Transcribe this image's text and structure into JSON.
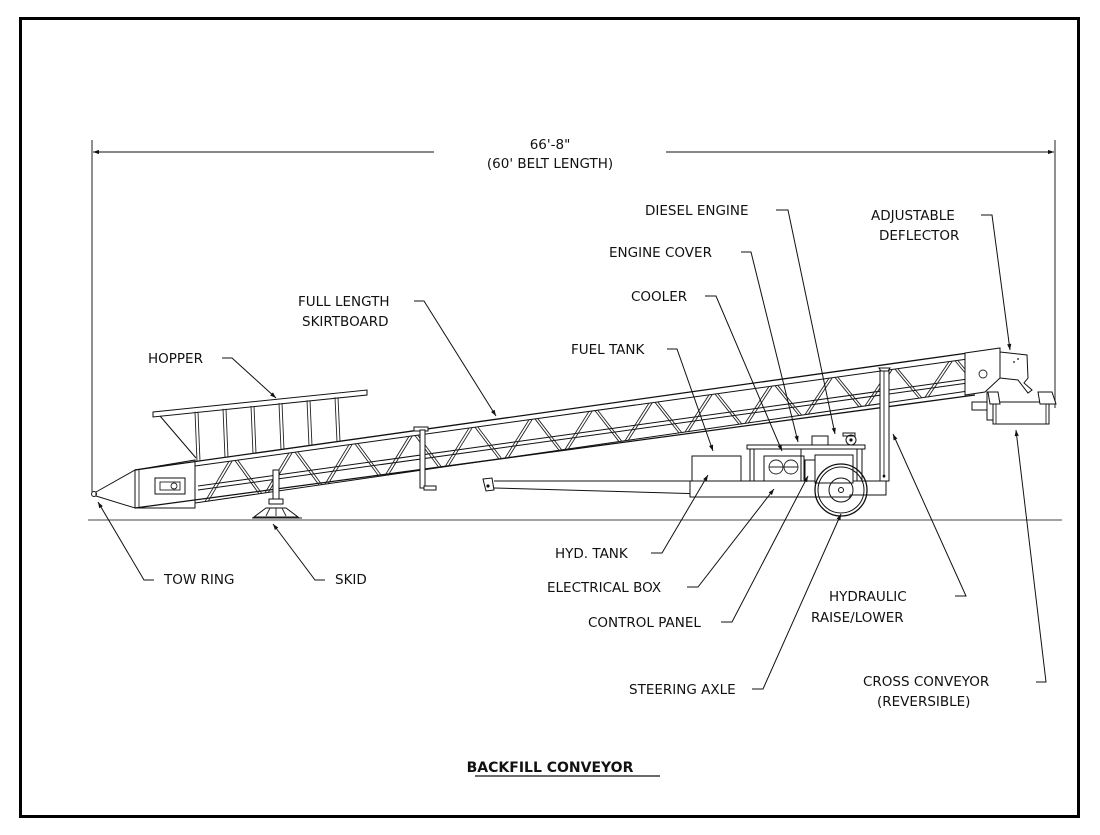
{
  "drawing": {
    "title": "BACKFILL CONVEYOR",
    "overall_dimension": {
      "length": "66'-8\"",
      "note": "(60' BELT LENGTH)"
    },
    "callouts": {
      "hopper": "HOPPER",
      "skirtboard_line1": "FULL LENGTH",
      "skirtboard_line2": "SKIRTBOARD",
      "fuel_tank": "FUEL TANK",
      "cooler": "COOLER",
      "engine_cover": "ENGINE COVER",
      "diesel_engine": "DIESEL ENGINE",
      "deflector_line1": "ADJUSTABLE",
      "deflector_line2": "DEFLECTOR",
      "tow_ring": "TOW RING",
      "skid": "SKID",
      "hyd_tank": "HYD. TANK",
      "electrical_box": "ELECTRICAL BOX",
      "control_panel": "CONTROL PANEL",
      "steering_axle": "STEERING AXLE",
      "hydraulic_line1": "HYDRAULIC",
      "hydraulic_line2": "RAISE/LOWER",
      "cross_conveyor_line1": "CROSS CONVEYOR",
      "cross_conveyor_line2": "(REVERSIBLE)"
    }
  }
}
